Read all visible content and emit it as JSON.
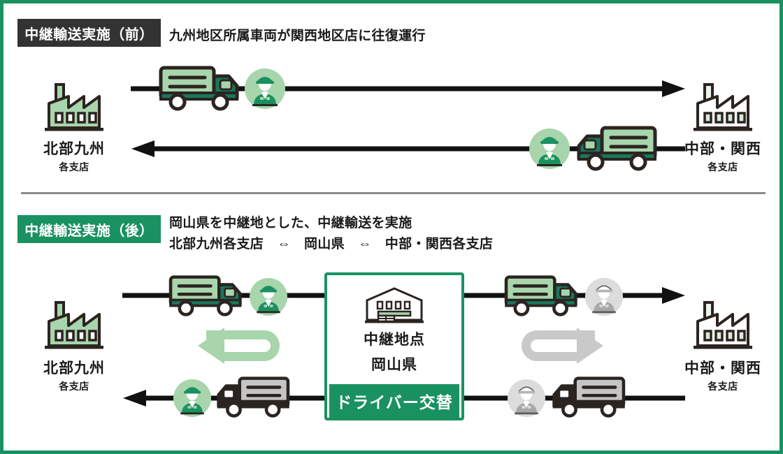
{
  "frame": {
    "border_color": "#1a9161"
  },
  "colors": {
    "brand_green": "#1a9161",
    "light_green": "#a8d5ac",
    "dark_green": "#14archive",
    "dark_tag": "#333333",
    "line_black": "#111111",
    "gray_arrow": "#c9c9c9",
    "gray_truck": "#c4c4c4",
    "gray_circle": "#d9d9d9",
    "divider_gray": "#8a8a8a"
  },
  "sections": [
    {
      "id": "before",
      "tag_label": "中継輸送実施（前）",
      "tag_style": "dark",
      "headline_lines": [
        "九州地区所属車両が関西地区店に往復運行"
      ],
      "left_node": {
        "name": "北部九州",
        "sub": "各支店",
        "icon": "factory-icon",
        "fill": "green"
      },
      "right_node": {
        "name": "中部・関西",
        "sub": "各支店",
        "icon": "factory-icon",
        "fill": "white"
      },
      "flows": [
        {
          "id": "outbound",
          "direction": "right",
          "truck": "truck-green",
          "driver": "driver-green"
        },
        {
          "id": "inbound",
          "direction": "left",
          "truck": "truck-green",
          "driver": "driver-green"
        }
      ]
    },
    {
      "id": "after",
      "tag_label": "中継輸送実施（後）",
      "tag_style": "green",
      "headline_lines": [
        "岡山県を中継地とした、中継輸送を実施",
        "北部九州各支店　⇔　岡山県　⇔　中部・関西各支店"
      ],
      "left_node": {
        "name": "北部九州",
        "sub": "各支店",
        "icon": "factory-icon",
        "fill": "green"
      },
      "right_node": {
        "name": "中部・関西",
        "sub": "各支店",
        "icon": "factory-icon",
        "fill": "white"
      },
      "relay": {
        "icon": "warehouse-icon",
        "title": "中継地点",
        "subtitle": "岡山県",
        "banner": "ドライバー交替"
      },
      "flows": [
        {
          "id": "left-outbound",
          "direction": "right",
          "truck": "truck-green",
          "driver": "driver-green"
        },
        {
          "id": "right-outbound",
          "direction": "right",
          "truck": "truck-green",
          "driver": "driver-gray"
        },
        {
          "id": "left-inbound",
          "direction": "left",
          "truck": "truck-gray",
          "driver": "driver-green"
        },
        {
          "id": "right-inbound",
          "direction": "left",
          "truck": "truck-gray",
          "driver": "driver-gray"
        }
      ],
      "uturns": [
        {
          "id": "left-uturn",
          "direction": "left",
          "color": "light-green"
        },
        {
          "id": "right-uturn",
          "direction": "right",
          "color": "gray"
        }
      ]
    }
  ]
}
